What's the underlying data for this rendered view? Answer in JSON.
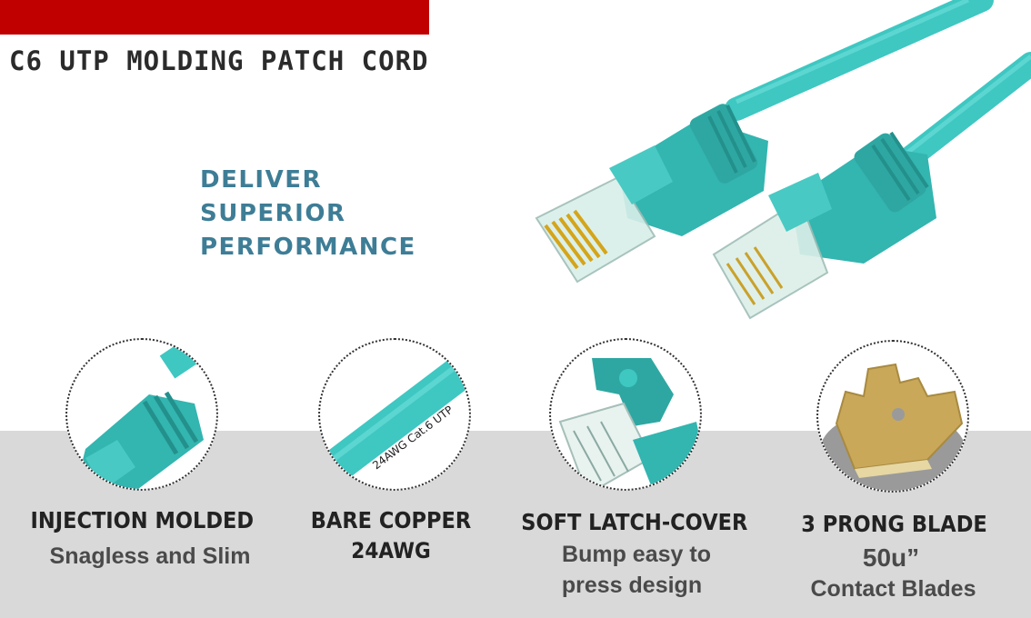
{
  "header": {
    "title": "C6 UTP MOLDING PATCH CORD",
    "accent_color": "#c00000"
  },
  "tagline": {
    "line1": "DELIVER",
    "line2": "SUPERIOR",
    "line3": "PERFORMANCE",
    "color": "#3e7d96"
  },
  "product_image": {
    "icon": "patch-cord-connectors",
    "cable_color": "#3fc7c2"
  },
  "features": [
    {
      "title": "INJECTION MOLDED",
      "subtitle": "Snagless and Slim",
      "icon": "molded-boot-closeup"
    },
    {
      "title": "BARE COPPER",
      "subtitle": "24AWG",
      "icon": "cable-jacket-closeup",
      "jacket_print": "24AWG Cat.6 UTP"
    },
    {
      "title": "SOFT LATCH-COVER",
      "subtitle_line1": "Bump easy to",
      "subtitle_line2": "press design",
      "icon": "latch-cover-closeup"
    },
    {
      "title": "3 PRONG BLADE",
      "subtitle_line1": "50u”",
      "subtitle_line2": "Contact Blades",
      "icon": "gold-blade-closeup"
    }
  ]
}
